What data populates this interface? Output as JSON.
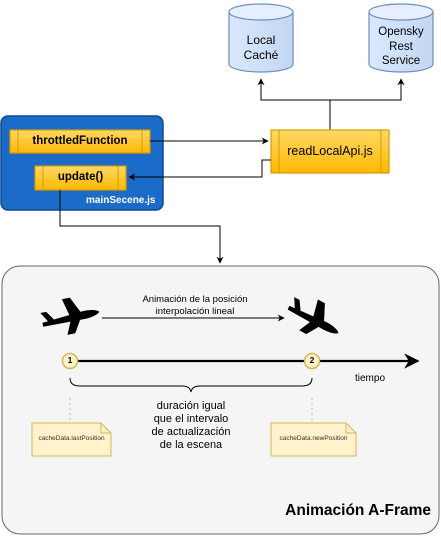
{
  "databases": {
    "local_cache": {
      "line1": "Local",
      "line2": "Caché"
    },
    "opensky": {
      "line1": "Opensky",
      "line2": "Rest",
      "line3": "Service"
    }
  },
  "read_local_api": {
    "label": "readLocalApi.js"
  },
  "main_scene": {
    "label": "mainSecene.js",
    "throttled_function": "throttledFunction",
    "update": "update()"
  },
  "aframe": {
    "title": "Animación A-Frame",
    "animation_label_line1": "Animación de la posición",
    "animation_label_line2": "interpolación lineal",
    "marker_1": "1",
    "marker_2": "2",
    "time_label": "tiempo",
    "duration_line1": "duración igual",
    "duration_line2": "que el intervalo",
    "duration_line3": "de actualización",
    "duration_line4": "de la escena",
    "note_last": "cacheData.lastPosition",
    "note_new": "cacheData.newPosition"
  },
  "colors": {
    "db_fill": "#dae8fc",
    "db_stroke": "#6c8ebf",
    "yellow_fill": "#ffcd28",
    "yellow_stroke": "#d79b00",
    "blue_fill": "#1b6cc8",
    "blue_stroke": "#0e4a93",
    "panel_fill": "#f5f5f5",
    "panel_stroke": "#666666",
    "note_fill": "#fff2cc",
    "note_stroke": "#d6b656"
  }
}
